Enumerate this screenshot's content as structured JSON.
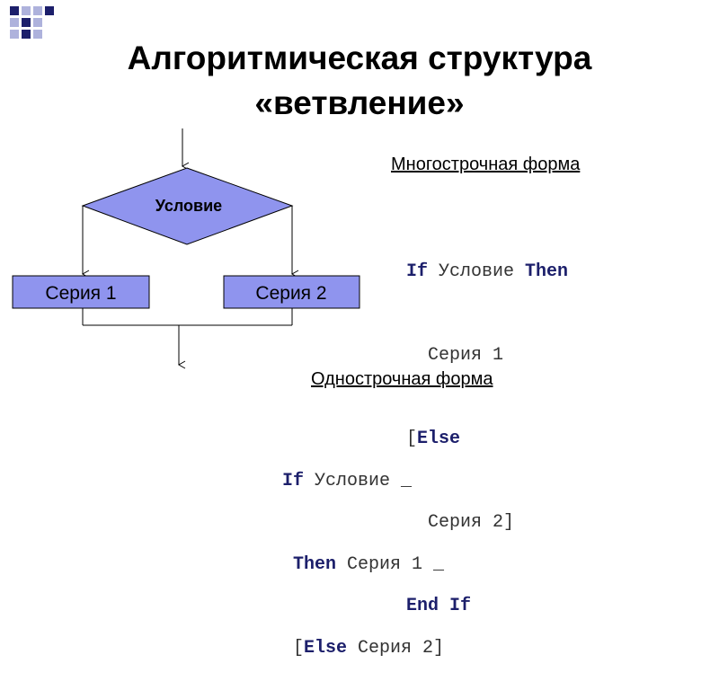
{
  "title_line1": "Алгоритмическая структура",
  "title_line2": "«ветвление»",
  "flowchart": {
    "condition": "Условие",
    "left_box": "Серия 1",
    "right_box": "Серия 2"
  },
  "multiline": {
    "heading": "Многострочная форма",
    "line1": {
      "kw1": "If",
      "text1": " Условие ",
      "kw2": "Then"
    },
    "line2": {
      "text": "  Серия 1"
    },
    "line3": {
      "text": "[",
      "kw": "Else"
    },
    "line4": {
      "text": "  Серия 2]"
    },
    "line5": {
      "kw": "End If"
    }
  },
  "singleline": {
    "heading": "Однострочная форма",
    "line1": {
      "kw": "If",
      "text": " Условие _"
    },
    "line2": {
      "prefix": " ",
      "kw": "Then",
      "text": " Серия 1 _"
    },
    "line3": {
      "prefix": " [",
      "kw": "Else",
      "text": " Серия 2]"
    }
  },
  "colors": {
    "accent_dark": "#1c1f6b",
    "accent_light": "#aeb2dc",
    "diamond_fill": "#8f94ee",
    "box_fill": "#8f94ee"
  }
}
